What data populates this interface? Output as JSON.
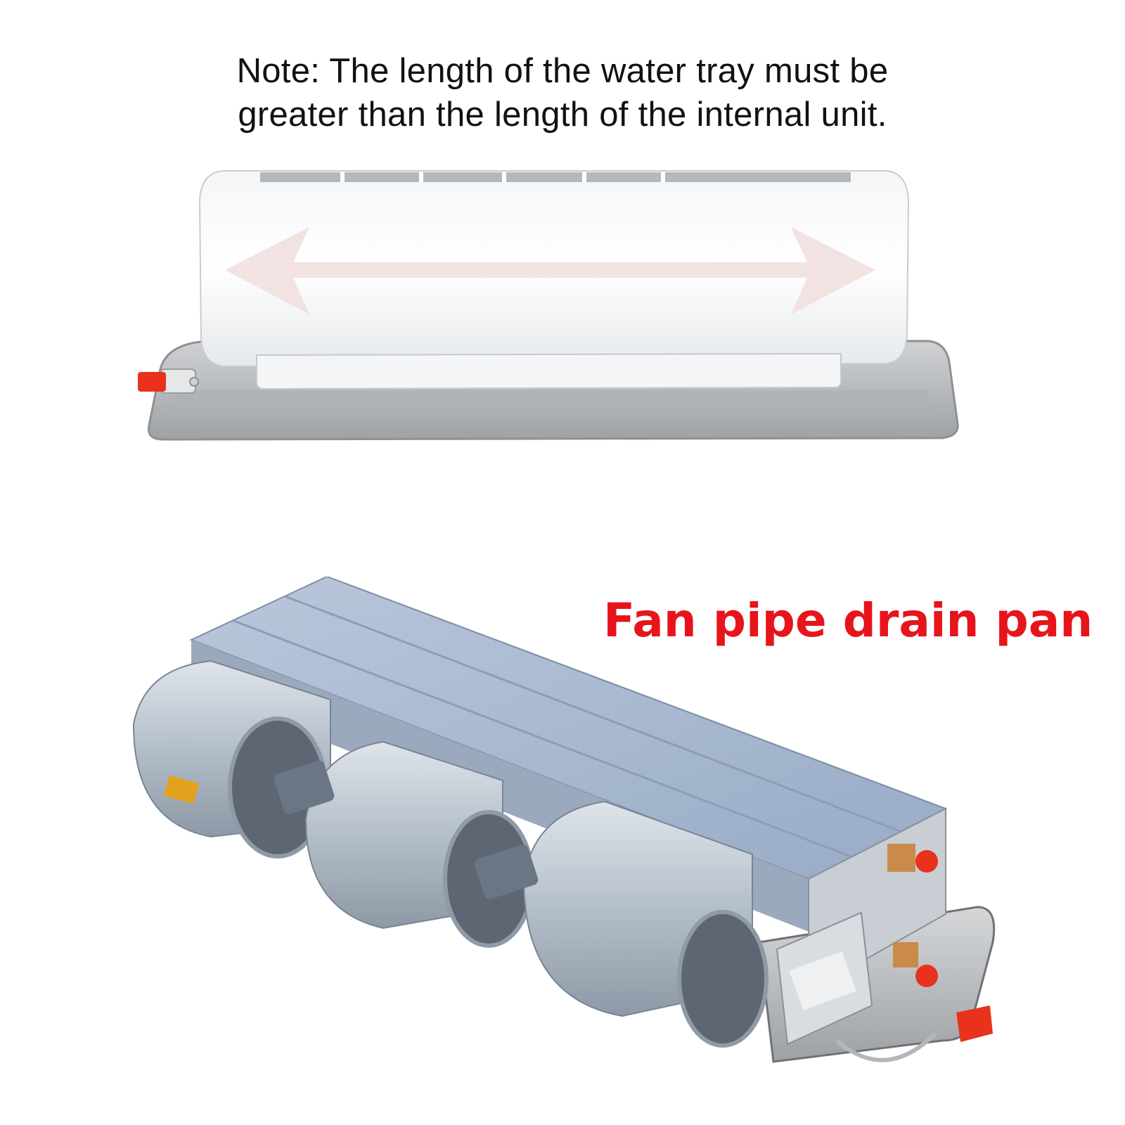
{
  "note": {
    "line1": "Note: The length of the water tray must be",
    "line2": "greater than the length of the internal unit."
  },
  "headline": "Fan pipe drain pan",
  "colors": {
    "headline": "#e8141b",
    "tray": "#b7b9bb",
    "valve": "#e8321c",
    "arrow": "#f1dede",
    "fcu_body": "#a9b9cf",
    "fan_housing": "#c3ccd6"
  },
  "icons": {
    "ac_arrow": "double-arrow-icon"
  }
}
